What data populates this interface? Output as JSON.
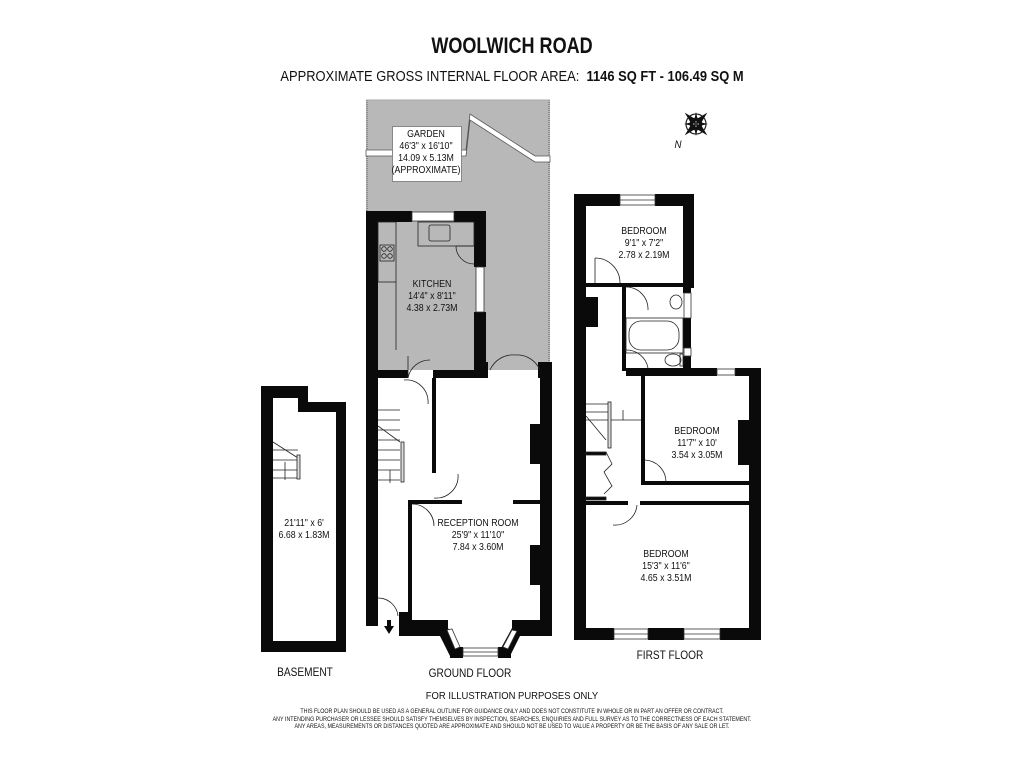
{
  "header": {
    "title": "WOOLWICH ROAD",
    "area_label": "APPROXIMATE GROSS INTERNAL FLOOR AREA:",
    "area_sqft": "1146 SQ FT",
    "area_separator": "-",
    "area_sqm": "106.49 SQ M"
  },
  "compass": {
    "label": "N"
  },
  "rooms": {
    "garden": {
      "name": "GARDEN",
      "imperial": "46'3\" x 16'10\"",
      "metric": "14.09 x 5.13M",
      "note": "(APPROXIMATE)"
    },
    "kitchen": {
      "name": "KITCHEN",
      "imperial": "14'4\" x 8'11\"",
      "metric": "4.38 x 2.73M"
    },
    "reception": {
      "name": "RECEPTION ROOM",
      "imperial": "25'9\" x 11'10\"",
      "metric": "7.84 x 3.60M"
    },
    "basement_room": {
      "imperial": "21'11\" x 6'",
      "metric": "6.68 x 1.83M"
    },
    "bedroom_small": {
      "name": "BEDROOM",
      "imperial": "9'1\" x 7'2\"",
      "metric": "2.78 x 2.19M"
    },
    "bedroom_middle": {
      "name": "BEDROOM",
      "imperial": "11'7\" x 10'",
      "metric": "3.54 x 3.05M"
    },
    "bedroom_front": {
      "name": "BEDROOM",
      "imperial": "15'3\" x 11'6\"",
      "metric": "4.65 x 3.51M"
    }
  },
  "floors": {
    "basement": "BASEMENT",
    "ground": "GROUND FLOOR",
    "first": "FIRST FLOOR"
  },
  "footer": {
    "illustration": "FOR ILLUSTRATION PURPOSES ONLY",
    "disclaimer_1": "THIS FLOOR PLAN SHOULD BE USED AS A GENERAL OUTLINE FOR GUIDANCE ONLY AND DOES NOT CONSTITUTE IN WHOLE OR IN PART AN OFFER OR CONTRACT.",
    "disclaimer_2": "ANY INTENDING PURCHASER OR LESSEE SHOULD SATISFY THEMSELVES BY INSPECTION, SEARCHES, ENQUIRIES AND FULL SURVEY AS TO THE CORRECTNESS OF EACH STATEMENT.",
    "disclaimer_3": "ANY AREAS, MEASUREMENTS OR DISTANCES QUOTED ARE APPROXIMATE AND SHOULD NOT BE USED TO VALUE A PROPERTY OR BE THE BASIS OF ANY SALE OR LET."
  },
  "colors": {
    "wall": "#0a0a0a",
    "garden": "#b8b8b9",
    "background": "#ffffff"
  }
}
